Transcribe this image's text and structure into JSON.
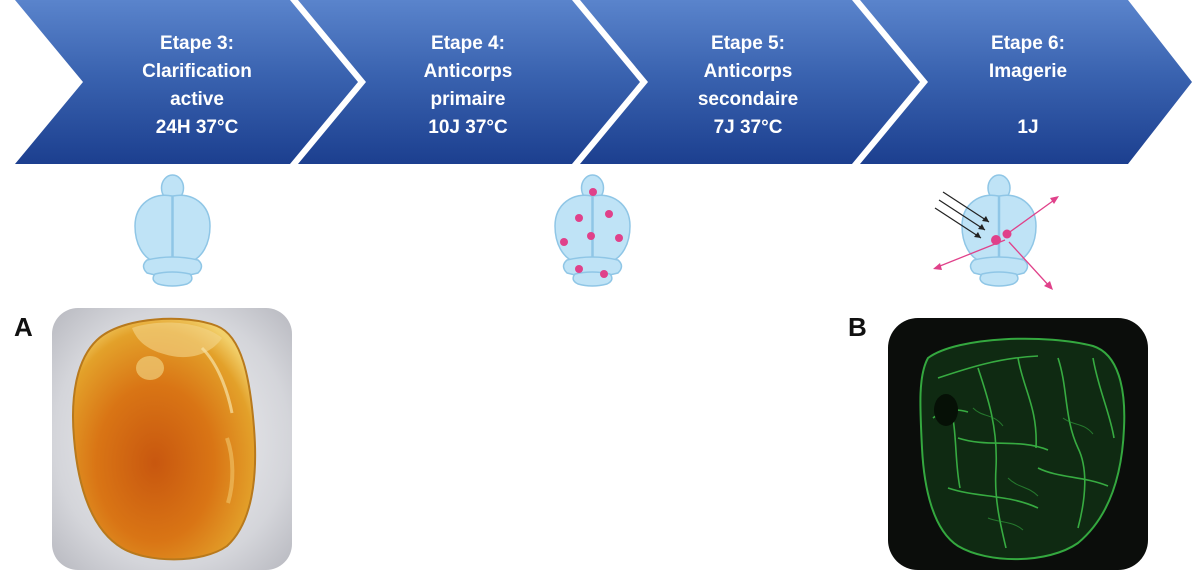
{
  "steps": [
    {
      "title": "Etape 3:",
      "line1": "Clarification",
      "line2": "active",
      "line3": "24H 37°C"
    },
    {
      "title": "Etape 4:",
      "line1": "Anticorps",
      "line2": "primaire",
      "line3": "10J 37°C"
    },
    {
      "title": "Etape 5:",
      "line1": "Anticorps",
      "line2": "secondaire",
      "line3": "7J 37°C"
    },
    {
      "title": "Etape 6:",
      "line1": "Imagerie",
      "line2": "",
      "line3": "1J"
    }
  ],
  "panels": {
    "a_label": "A",
    "b_label": "B"
  },
  "colors": {
    "arrow_top": "#4f79c2",
    "arrow_bottom": "#1e4291",
    "brain_fill": "#bfe3f6",
    "brain_stroke": "#8fc6e6",
    "antibody_dot": "#e0418a",
    "fluorescence": "#3ec24a"
  }
}
